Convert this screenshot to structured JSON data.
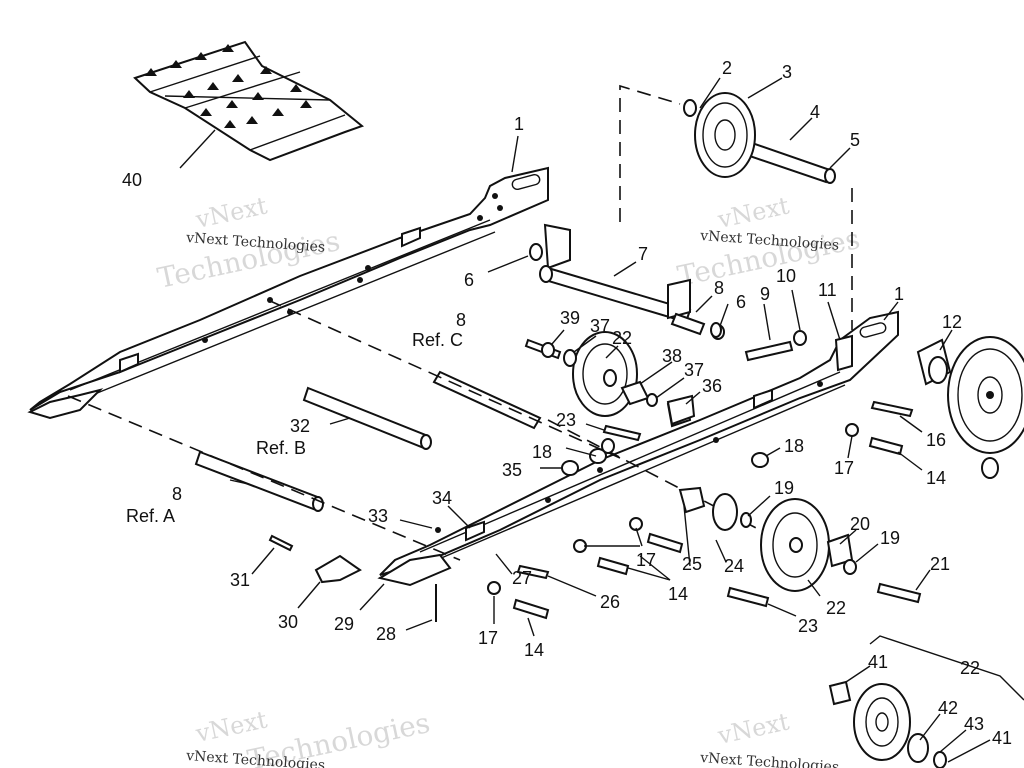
{
  "watermark": {
    "company": "vNext Technologies",
    "line1": "vNext",
    "line2": "Technologies"
  },
  "callouts": {
    "p1": "1",
    "p2": "2",
    "p3": "3",
    "p4": "4",
    "p5": "5",
    "p6": "6",
    "p7": "7",
    "p8": "8",
    "p9": "9",
    "p10": "10",
    "p11": "11",
    "p12": "12",
    "p14": "14",
    "p16": "16",
    "p17": "17",
    "p18": "18",
    "p19": "19",
    "p20": "20",
    "p21": "21",
    "p22": "22",
    "p23": "23",
    "p24": "24",
    "p25": "25",
    "p26": "26",
    "p27": "27",
    "p28": "28",
    "p29": "29",
    "p30": "30",
    "p31": "31",
    "p32": "32",
    "p33": "33",
    "p34": "34",
    "p35": "35",
    "p36": "36",
    "p37": "37",
    "p38": "38",
    "p39": "39",
    "p40": "40",
    "p41": "41",
    "p42": "42",
    "p43": "43"
  },
  "refs": {
    "a": "Ref. A",
    "b": "Ref. B",
    "c": "Ref. C"
  }
}
